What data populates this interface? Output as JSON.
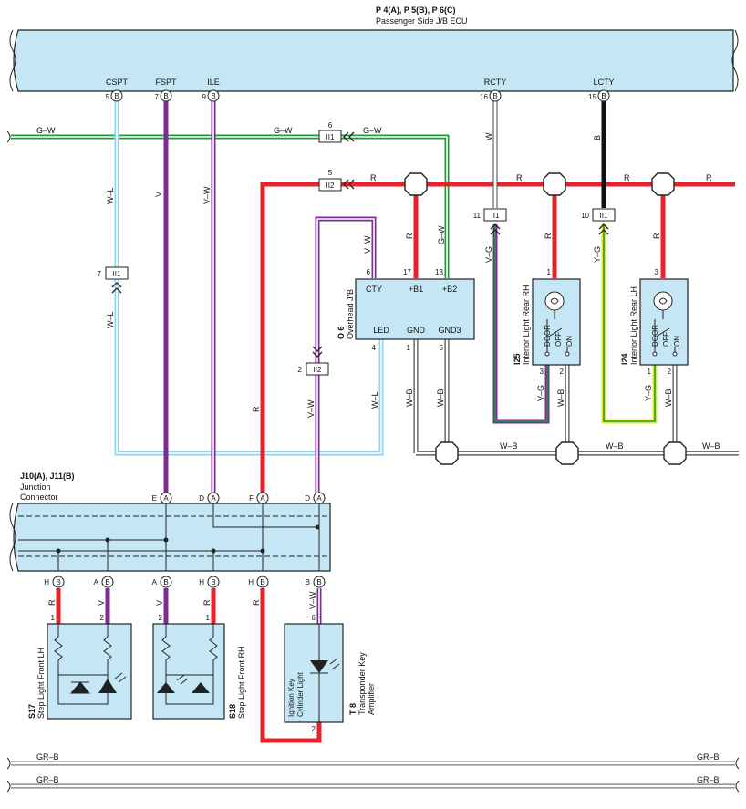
{
  "ecu": {
    "codes": "P 4(A), P 5(B), P 6(C)",
    "name": "Passenger Side J/B ECU",
    "terminals": [
      {
        "label": "CSPT",
        "pin": "5",
        "conn": "B"
      },
      {
        "label": "FSPT",
        "pin": "7",
        "conn": "B"
      },
      {
        "label": "ILE",
        "pin": "9",
        "conn": "B"
      },
      {
        "label": "RCTY",
        "pin": "16",
        "conn": "B"
      },
      {
        "label": "LCTY",
        "pin": "15",
        "conn": "B"
      }
    ]
  },
  "junction": {
    "codes": "J10(A), J11(B)",
    "name_line1": "Junction",
    "name_line2": "Connector",
    "top_terminals": [
      {
        "letter": "E",
        "conn": "A"
      },
      {
        "letter": "D",
        "conn": "A"
      },
      {
        "letter": "F",
        "conn": "A"
      },
      {
        "letter": "D",
        "conn": "A"
      }
    ],
    "bottom_terminals": [
      {
        "letter": "H",
        "conn": "B"
      },
      {
        "letter": "A",
        "conn": "B"
      },
      {
        "letter": "A",
        "conn": "B"
      },
      {
        "letter": "H",
        "conn": "B"
      },
      {
        "letter": "H",
        "conn": "B"
      },
      {
        "letter": "B",
        "conn": "B"
      }
    ]
  },
  "overhead_jb": {
    "code": "O 6",
    "name": "Overhead J/B",
    "terminals": {
      "cty": "CTY",
      "b1": "+B1",
      "b2": "+B2",
      "led": "LED",
      "gnd": "GND",
      "gnd3": "GND3"
    },
    "pins": {
      "cty": "6",
      "b1": "17",
      "b2": "13",
      "led": "4",
      "gnd": "1",
      "gnd3": "5"
    }
  },
  "rear_rh": {
    "code": "I25",
    "name": "Interior Light Rear RH",
    "switch": {
      "door": "DOOR",
      "off": "OFF",
      "on": "ON"
    },
    "pins": {
      "top": "1",
      "left": "3",
      "right": "2"
    }
  },
  "rear_lh": {
    "code": "I24",
    "name": "Interior Light Rear LH",
    "switch": {
      "door": "DOOR",
      "off": "OFF",
      "on": "ON"
    },
    "pins": {
      "top": "3",
      "left": "1",
      "right": "2"
    }
  },
  "step_lh": {
    "code": "S17",
    "name": "Step Light Front LH",
    "pins": {
      "left": "1",
      "right": "2"
    }
  },
  "step_rh": {
    "code": "S18",
    "name": "Step Light Front RH",
    "pins": {
      "left": "2",
      "right": "1"
    }
  },
  "transponder": {
    "code": "T 8",
    "name_line1": "Transponder Key",
    "name_line2": "Amplifier",
    "inner_line1": "Ignition Key",
    "inner_line2": "Cylinder Light",
    "pins": {
      "top": "6",
      "bottom": "2"
    }
  },
  "connectors": {
    "ii1_6": {
      "pin": "6",
      "label": "II1"
    },
    "ii2_5": {
      "pin": "5",
      "label": "II2"
    },
    "ii1_7": {
      "pin": "7",
      "label": "II1"
    },
    "ii2_2": {
      "pin": "2",
      "label": "II2"
    },
    "ii1_11": {
      "pin": "11",
      "label": "II1"
    },
    "ii1_10": {
      "pin": "10",
      "label": "II1"
    }
  },
  "wire_labels": {
    "gw_left": "G–W",
    "gw_mid": "G–W",
    "gw_right": "G–W",
    "gw_vert": "G–W",
    "r_5": "R",
    "r_a": "R",
    "r_b": "R",
    "r_c": "R",
    "r_d1": "R",
    "r_d2": "R",
    "r_d3": "R",
    "r_long": "R",
    "wl_top": "W–L",
    "wl_mid": "W–L",
    "wl_bot": "W–L",
    "v_top": "V",
    "vw_top": "V–W",
    "vw_jb": "V–W",
    "vw_mid": "V–W",
    "w_rcty": "W",
    "b_lcty": "B",
    "vg_top": "V–G",
    "yg_top": "Y–G",
    "vg_bot": "V–G",
    "yg_bot": "Y–G",
    "wb_1": "W–B",
    "wb_2": "W–B",
    "wb_3": "W–B",
    "wb_4": "W–B",
    "wb_h1": "W–B",
    "wb_h2": "W–B",
    "wb_h3": "W–B",
    "bot_r1": "R",
    "bot_v1": "V",
    "bot_v2": "V",
    "bot_r2": "R",
    "bot_r3": "R",
    "bot_vw": "V–W",
    "grb_1": "GR–B",
    "grb_2": "GR–B",
    "grb_3": "GR–B",
    "grb_4": "GR–B"
  },
  "colors": {
    "red": "#e8222a",
    "violet": "#7b2d92",
    "green": "#1f9a3a",
    "lightblue": "#8fd3ec",
    "yellow": "#e4e81c",
    "black": "#111111",
    "panel": "#c5e6f5"
  }
}
